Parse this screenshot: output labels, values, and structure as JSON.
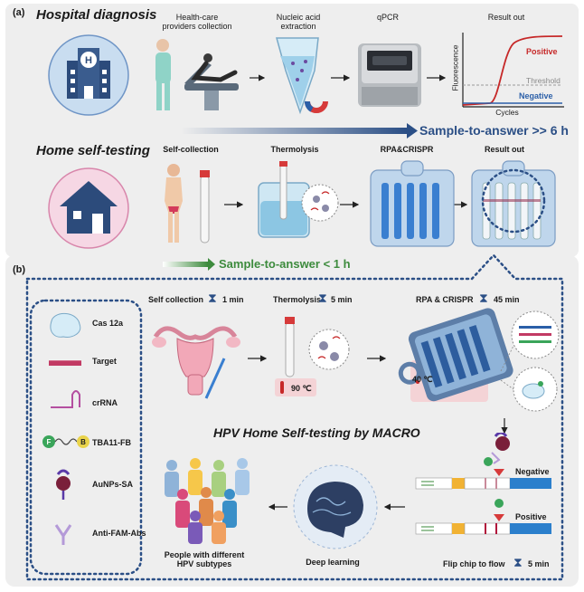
{
  "panel_a": {
    "label": "(a)",
    "hospital_title": "Hospital diagnosis",
    "home_title": "Home self-testing",
    "hospital_steps": [
      {
        "label": "Health-care\nproviders collection"
      },
      {
        "label": "Nucleic acid\nextraction"
      },
      {
        "label": "qPCR"
      },
      {
        "label": "Result out"
      }
    ],
    "home_steps": [
      {
        "label": "Self-collection"
      },
      {
        "label": "Thermolysis"
      },
      {
        "label": "RPA&CRISPR"
      },
      {
        "label": "Result out"
      }
    ],
    "graph": {
      "ylabel": "Fluorescence",
      "xlabel": "Cycles",
      "positive": "Positive",
      "threshold": "Threshold",
      "negative": "Negative"
    },
    "hospital_time": "Sample-to-answer >> 6 h",
    "home_time": "Sample-to-answer < 1 h"
  },
  "panel_b": {
    "label": "(b)",
    "legend": [
      {
        "label": "Cas 12a"
      },
      {
        "label": "Target"
      },
      {
        "label": "crRNA"
      },
      {
        "label": "TBA11-FB"
      },
      {
        "label": "AuNPs-SA"
      },
      {
        "label": "Anti-FAM-Abs"
      }
    ],
    "steps": [
      {
        "label": "Self collection",
        "time": "1 min"
      },
      {
        "label": "Thermolysis",
        "time": "5 min"
      },
      {
        "label": "RPA & CRISPR",
        "time": "45 min"
      }
    ],
    "thermo_temp": "90 ℃",
    "rpa_temp": "40 ℃",
    "center_title": "HPV Home Self-testing  by MACRO",
    "negative": "Negative",
    "positive": "Positive",
    "deep_learning": "Deep learning",
    "people": "People with different\nHPV subtypes",
    "flip": "Flip chip to flow",
    "flip_time": "5 min"
  }
}
